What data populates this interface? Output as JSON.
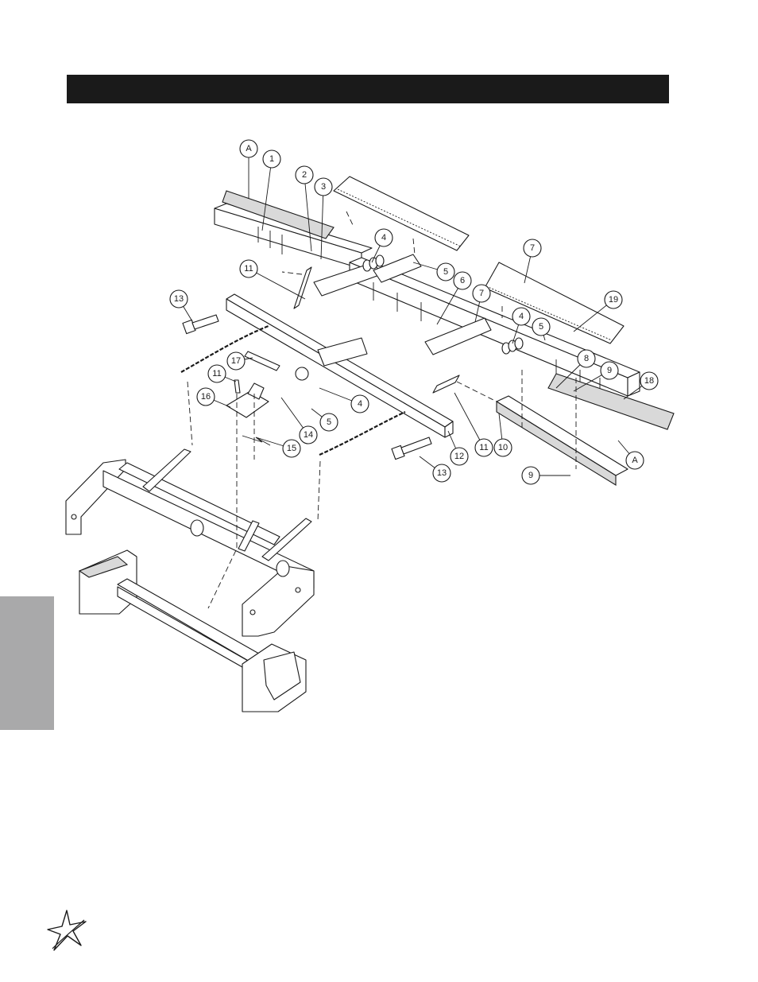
{
  "diagram": {
    "callouts": [
      {
        "label": "A"
      },
      {
        "label": "1"
      },
      {
        "label": "2"
      },
      {
        "label": "3"
      },
      {
        "label": "4"
      },
      {
        "label": "5"
      },
      {
        "label": "6"
      },
      {
        "label": "7"
      },
      {
        "label": "7"
      },
      {
        "label": "4"
      },
      {
        "label": "5"
      },
      {
        "label": "19"
      },
      {
        "label": "8"
      },
      {
        "label": "9"
      },
      {
        "label": "18"
      },
      {
        "label": "11"
      },
      {
        "label": "13"
      },
      {
        "label": "17"
      },
      {
        "label": "11"
      },
      {
        "label": "16"
      },
      {
        "label": "4"
      },
      {
        "label": "5"
      },
      {
        "label": "14"
      },
      {
        "label": "15"
      },
      {
        "label": "13"
      },
      {
        "label": "12"
      },
      {
        "label": "11"
      },
      {
        "label": "10"
      },
      {
        "label": "A"
      },
      {
        "label": "9"
      }
    ]
  },
  "colors": {
    "title_bar": "#1a1a1a",
    "side_tab": "#a9a9aa",
    "line": "#1a1a1a"
  },
  "icons": {
    "logo": "star-swoosh-logo-icon"
  }
}
